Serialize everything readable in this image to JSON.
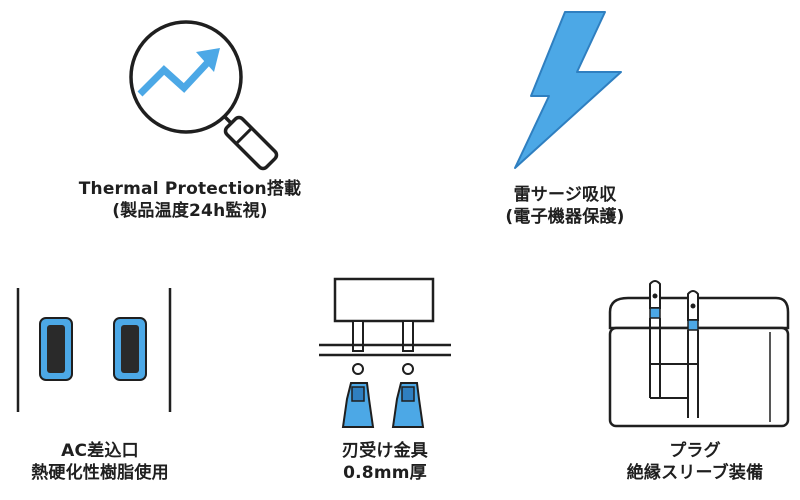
{
  "features": [
    {
      "id": "thermal",
      "icon": "magnifier-trend-icon",
      "line1": "Thermal Protection搭載",
      "line2": "(製品温度24h監視)"
    },
    {
      "id": "surge",
      "icon": "lightning-bolt-icon",
      "line1": "雷サージ吸収",
      "line2": "(電子機器保護)"
    },
    {
      "id": "ac-port",
      "icon": "ac-port-icon",
      "line1": "AC差込口",
      "line2": "熱硬化性樹脂使用"
    },
    {
      "id": "blade",
      "icon": "blade-receptacle-icon",
      "line1": "刃受け金具",
      "line2": "0.8mm厚"
    },
    {
      "id": "plug",
      "icon": "plug-icon",
      "line1": "プラグ",
      "line2": "絶縁スリーブ装備"
    }
  ],
  "colors": {
    "accent": "#4ca8e6",
    "accent_dark": "#2f7fc0",
    "line": "#1f1f1f",
    "text": "#1f1f1f"
  }
}
